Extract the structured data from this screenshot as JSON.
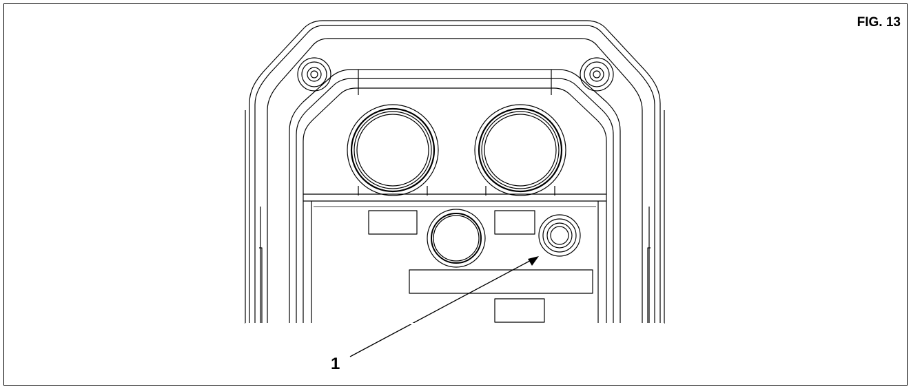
{
  "figure": {
    "label": "FIG. 13",
    "callouts": [
      {
        "number": "1",
        "target": "small-round-connector"
      }
    ]
  },
  "colors": {
    "line": "#000000",
    "background": "#ffffff"
  },
  "components": [
    "front-panel-housing",
    "left-mounting-screw",
    "right-mounting-screw",
    "left-large-socket",
    "right-large-socket",
    "center-round-connector",
    "small-round-connector",
    "label-plates"
  ]
}
